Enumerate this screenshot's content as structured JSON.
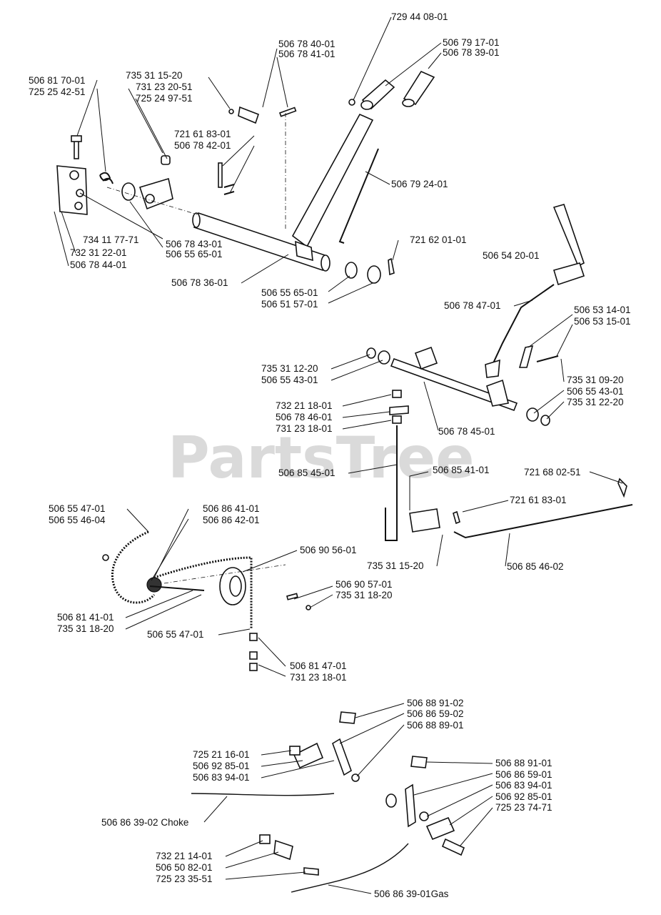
{
  "watermark": "PartsTree",
  "labels": {
    "l7294408_01": "729 44 08-01",
    "l5067840_01": "506 78 40-01",
    "l5067841_01": "506 78 41-01",
    "l5067917_01": "506 79 17-01",
    "l5067839_01": "506 78 39-01",
    "l5068170_01": "506 81 70-01",
    "l7252542_51": "725 25 42-51",
    "l7353115_20": "735 31 15-20",
    "l7312320_51": "731 23 20-51",
    "l7252497_51": "725 24 97-51",
    "l7216183_01": "721 61 83-01",
    "l5067842_01": "506 78 42-01",
    "l5067924_01": "506 79 24-01",
    "l7341177_71": "734 11 77-71",
    "l5067843_01": "506 78 43-01",
    "l7323122_01": "732 31 22-01",
    "l5065565_01": "506 55 65-01",
    "l5067844_01": "506 78 44-01",
    "l5067836_01": "506 78 36-01",
    "l7216201_01": "721 62 01-01",
    "l5065420_01": "506 54 20-01",
    "l5065565_01b": "506 55 65-01",
    "l5065157_01": "506 51 57-01",
    "l5067847_01": "506 78 47-01",
    "l5065314_01": "506 53 14-01",
    "l5065315_01": "506 53 15-01",
    "l7353112_20": "735 31 12-20",
    "l5065543_01": "506 55 43-01",
    "l7353109_20": "735 31 09-20",
    "l5065543_01b": "506 55 43-01",
    "l7353122_20": "735 31 22-20",
    "l7322118_01": "732 21 18-01",
    "l5067846_01": "506 78 46-01",
    "l7312318_01": "731 23 18-01",
    "l5067845_01": "506 78 45-01",
    "l5068545_01": "506 85 45-01",
    "l5068541_01": "506 85 41-01",
    "l7216802_51": "721 68 02-51",
    "l7216183_01b": "721 61 83-01",
    "l5065547_01": "506 55 47-01",
    "l5065546_04": "506 55 46-04",
    "l5068641_01": "506 86 41-01",
    "l5068642_01": "506 86 42-01",
    "l5069056_01": "506 90 56-01",
    "l7353115_20b": "735 31 15-20",
    "l5068546_02": "506 85 46-02",
    "l5069057_01": "506 90 57-01",
    "l7353118_20": "735 31 18-20",
    "l5068141_01": "506 81 41-01",
    "l7353118_20b": "735 31 18-20",
    "l5065547_01b": "506 55 47-01",
    "l5068147_01": "506 81 47-01",
    "l7312318_01b": "731 23 18-01",
    "l5068891_02": "506 88 91-02",
    "l5068659_02": "506 86 59-02",
    "l5068889_01": "506 88 89-01",
    "l7252116_01": "725 21 16-01",
    "l5069285_01": "506 92 85-01",
    "l5068394_01": "506 83 94-01",
    "l5068891_01": "506 88 91-01",
    "l5068659_01": "506 86 59-01",
    "l5068394_01b": "506 83 94-01",
    "l5069285_01b": "506 92 85-01",
    "l7252374_71": "725 23 74-71",
    "l5068639_02": "506 86 39-02 Choke",
    "l7322114_01": "732 21 14-01",
    "l5065082_01": "506 50 82-01",
    "l7252335_51": "725 23 35-51",
    "l5068639_01": "506 86 39-01Gas"
  }
}
